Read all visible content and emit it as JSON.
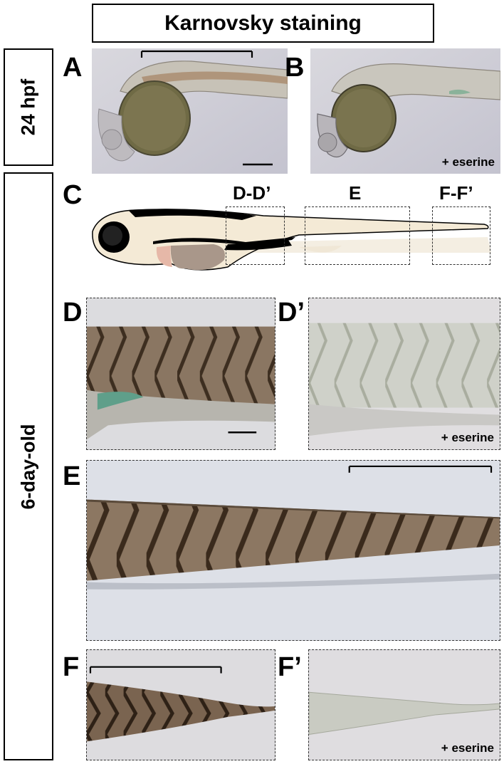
{
  "figure": {
    "title": "Karnovsky staining",
    "row_labels": {
      "top": "24 hpf",
      "bottom": "6-day-old"
    },
    "panel_letters": {
      "a": "A",
      "b": "B",
      "c": "C",
      "d": "D",
      "d2": "D’",
      "e": "E",
      "f": "F",
      "f2": "F’"
    },
    "region_labels": {
      "dd": "D-D’",
      "e": "E",
      "ff": "F-F’"
    },
    "treatment_label": "+ eserine",
    "colors": {
      "stain_brown": "#6b4a2a",
      "background_tissue": "#d9d6cc",
      "diagram_body": "#f4ead6",
      "diagram_yolk": "#b09a86"
    }
  }
}
